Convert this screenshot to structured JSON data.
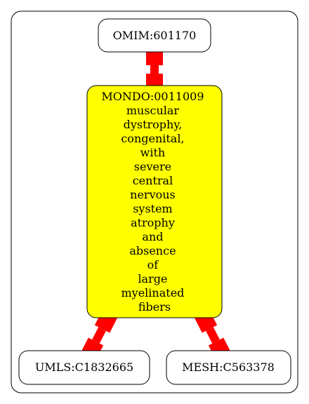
{
  "graph": {
    "nodes": {
      "omim": {
        "label": "OMIM:601170"
      },
      "mondo": {
        "lines": [
          "MONDO:0011009",
          "muscular",
          "dystrophy,",
          "congenital,",
          "with",
          "severe",
          "central",
          "nervous",
          "system",
          "atrophy",
          "and",
          "absence",
          "of",
          "large",
          "myelinated",
          "fibers"
        ],
        "fill": "#ffff00"
      },
      "umls": {
        "label": "UMLS:C1832665"
      },
      "mesh": {
        "label": "MESH:C563378"
      }
    },
    "edges": [
      {
        "from": "omim",
        "to": "mondo"
      },
      {
        "from": "mondo",
        "to": "umls"
      },
      {
        "from": "mondo",
        "to": "mesh"
      }
    ],
    "edge_color": "#ff0000"
  }
}
